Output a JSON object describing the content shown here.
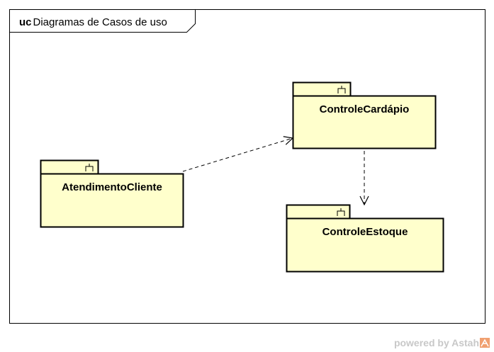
{
  "frame": {
    "keyword": "uc",
    "title": "Diagramas de Casos de uso"
  },
  "packages": [
    {
      "id": "atendimento",
      "name": "AtendimentoCliente"
    },
    {
      "id": "cardapio",
      "name": "ControleCardápio"
    },
    {
      "id": "estoque",
      "name": "ControleEstoque"
    }
  ],
  "dependencies": [
    {
      "from": "AtendimentoCliente",
      "to": "ControleCardápio"
    },
    {
      "from": "ControleCardápio",
      "to": "ControleEstoque"
    }
  ],
  "watermark": {
    "text": "powered by Astah"
  },
  "colors": {
    "package_fill": "#ffffcc",
    "line": "#000000",
    "watermark": "#c8c8c8",
    "logo_accent": "#f0a070"
  }
}
